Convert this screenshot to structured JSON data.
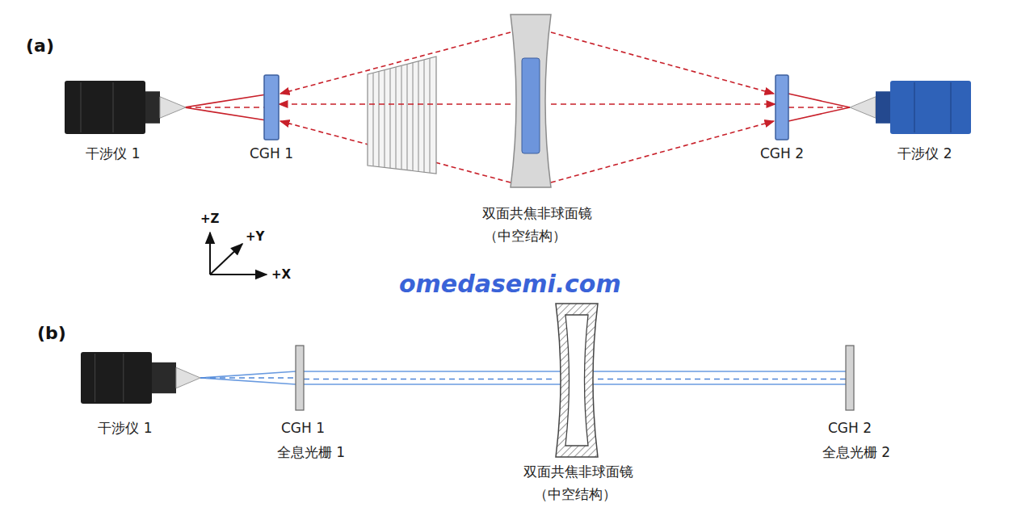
{
  "diagram": {
    "nodes": [
      {
        "text": [
          "干涉仪 1"
        ]
      },
      {
        "text": [
          "CGH 1"
        ]
      },
      {
        "text": [
          "双面共焦非球面镜",
          "（中空结构）"
        ]
      },
      {
        "text": [
          "CGH 2"
        ]
      },
      {
        "text": [
          "干涉仪 2"
        ]
      },
      {
        "text": [
          "干涉仪 1"
        ]
      },
      {
        "text": [
          "CGH 1",
          "全息光栅 1"
        ]
      },
      {
        "text": [
          "双面共焦非球面镜",
          "（中空结构）"
        ]
      },
      {
        "text": [
          "CGH 2",
          "全息光栅 2"
        ]
      }
    ],
    "edges": [
      {
        "from": 0,
        "to": 1,
        "arrow": "none"
      },
      {
        "from": 2,
        "to": 1,
        "arrow": "to"
      },
      {
        "from": 2,
        "to": 3,
        "arrow": "to"
      },
      {
        "from": 3,
        "to": 4,
        "arrow": "none"
      },
      {
        "from": 5,
        "to": 6,
        "arrow": "none"
      },
      {
        "from": 6,
        "to": 7,
        "arrow": "none"
      },
      {
        "from": 7,
        "to": 8,
        "arrow": "none"
      }
    ],
    "labels": [
      "(a)",
      "+Z",
      "+Y",
      "+X",
      "omedasemi.com",
      "(b)"
    ]
  }
}
